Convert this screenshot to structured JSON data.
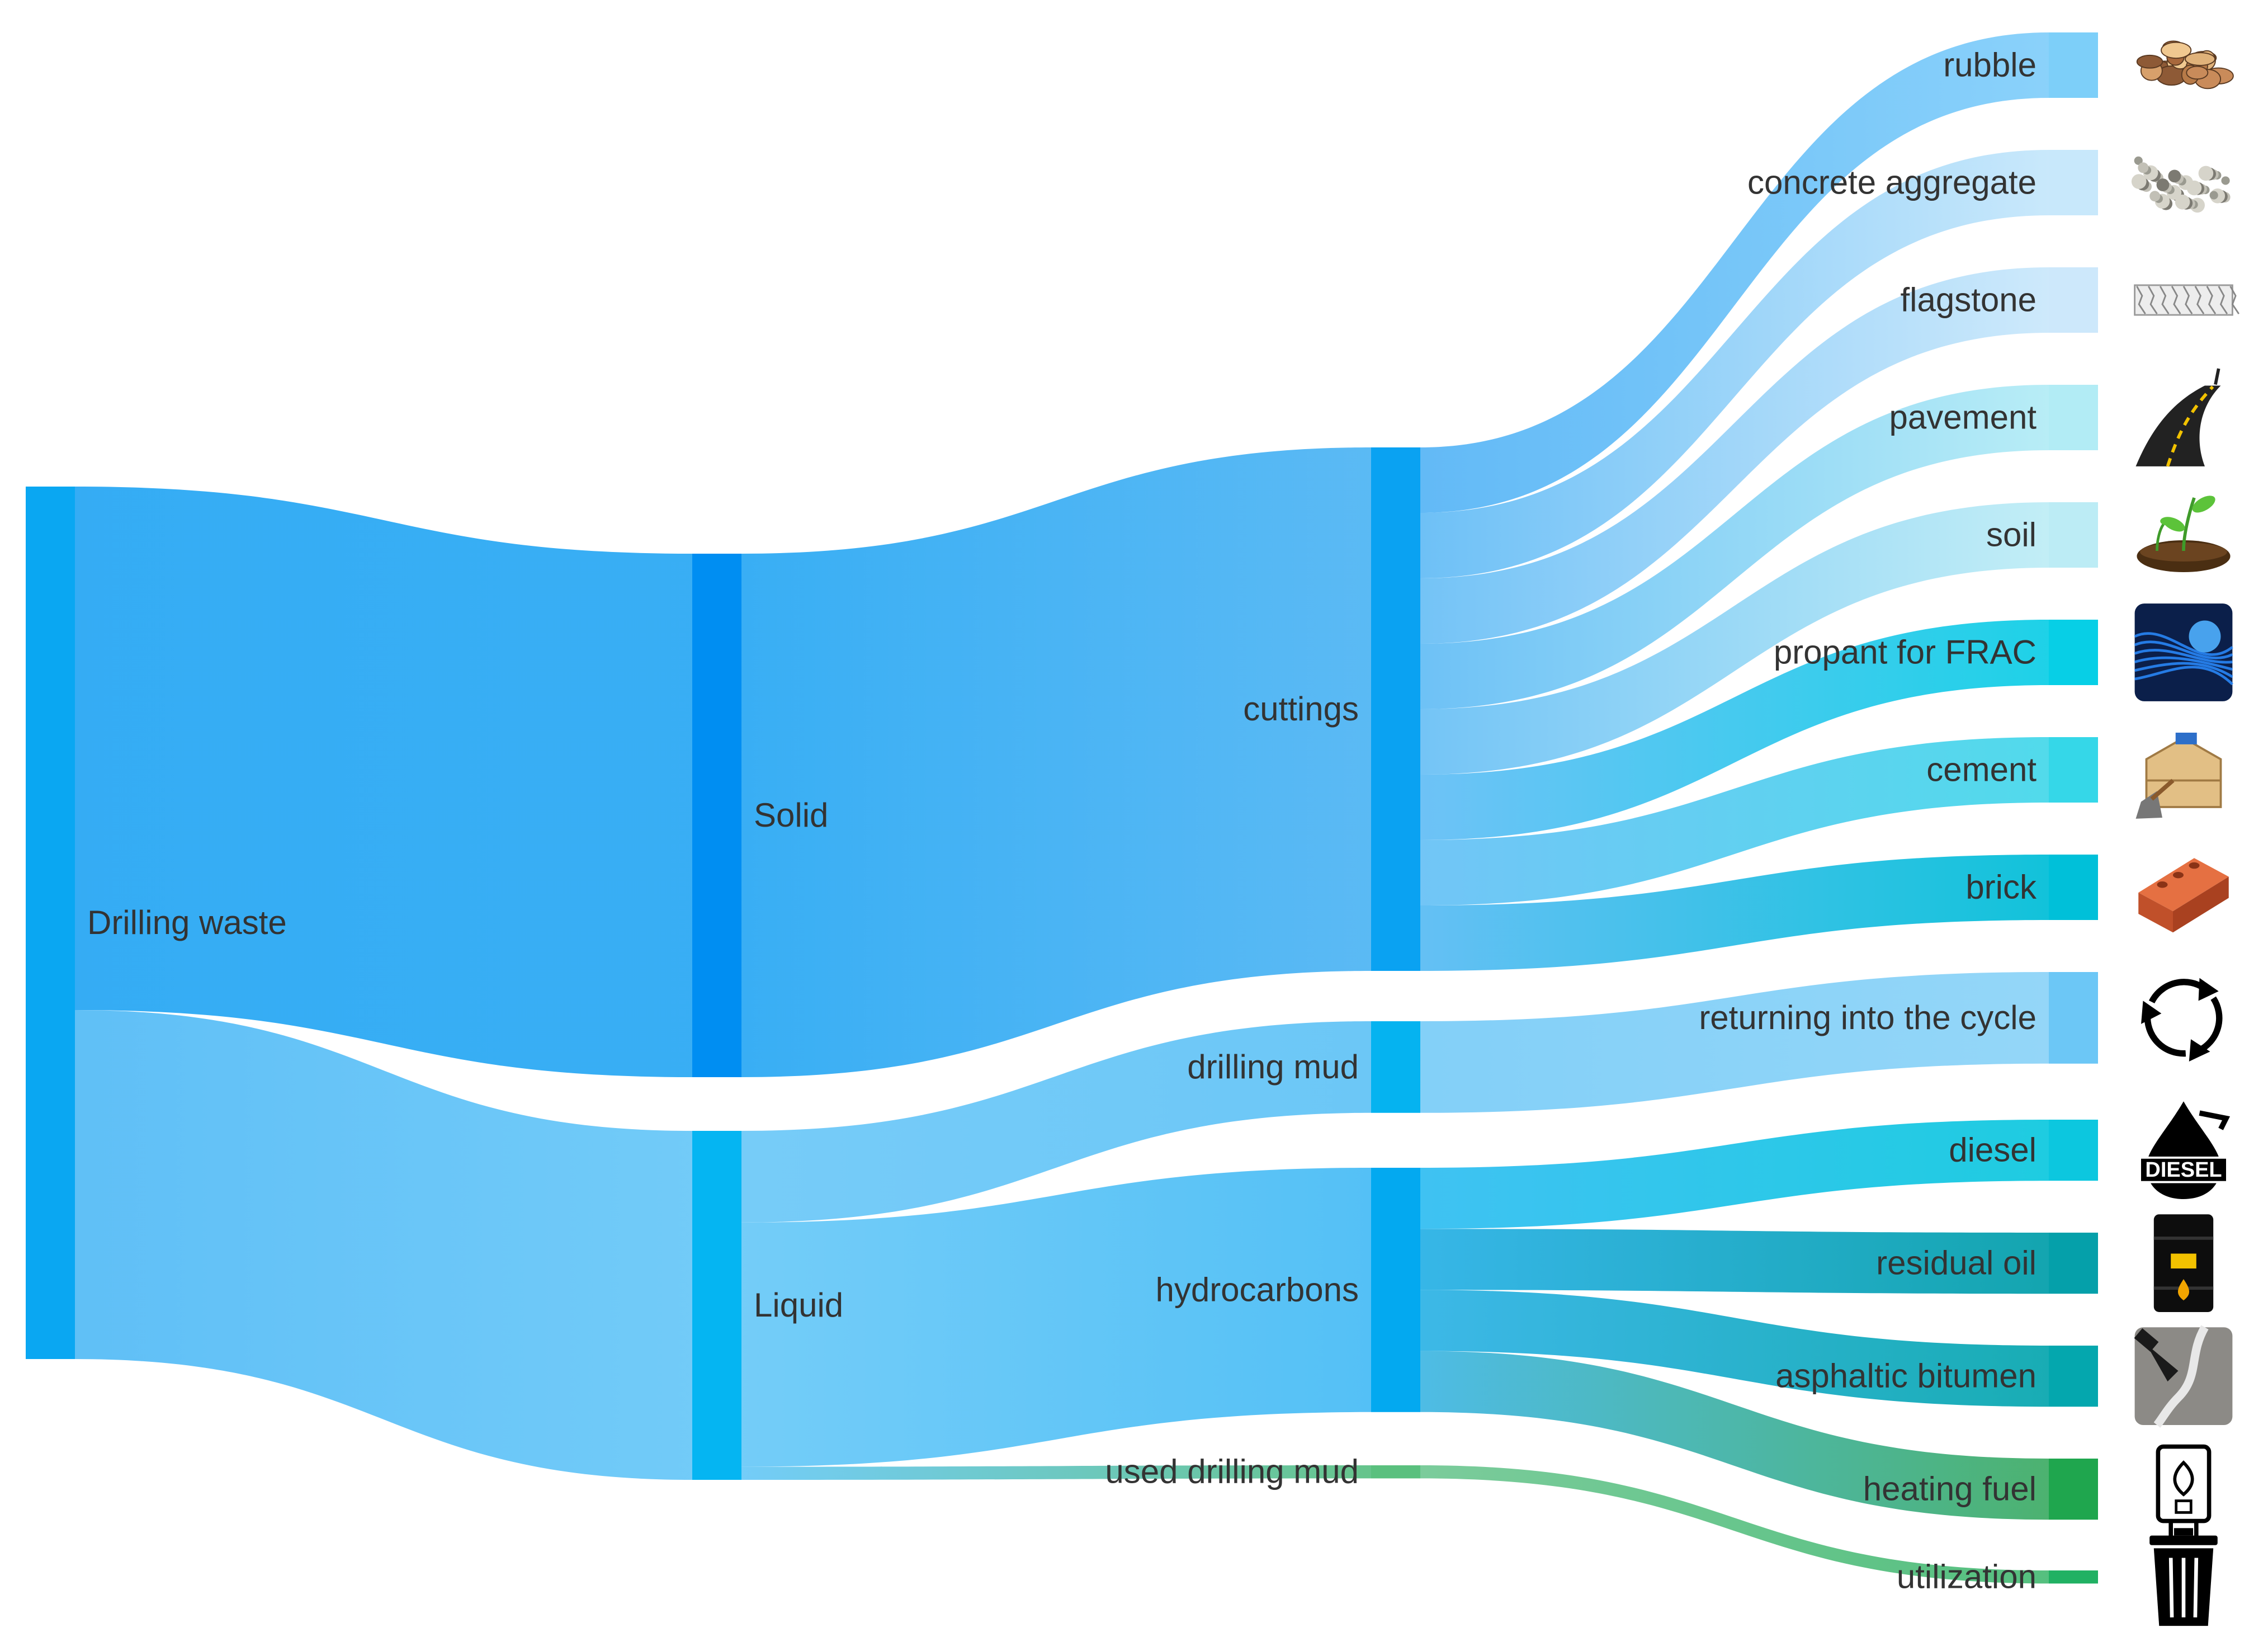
{
  "title": "",
  "colors": {
    "blue": "#0aa7f2",
    "blue_dark": "#008ef2",
    "sky": "#6ec8f7",
    "pale_blue": "#c6e7fb",
    "aqua": "#34d5e8",
    "aqua_pale": "#b2edf4",
    "cyan": "#00c3dd",
    "teal": "#049aa4",
    "green": "#23a84c",
    "green_light": "#7ccf96"
  },
  "nodes": [
    {
      "id": "drilling_waste",
      "label": "Drilling waste",
      "value": 100,
      "color": "#0aa7f2"
    },
    {
      "id": "solid",
      "label": "Solid",
      "value": 60,
      "color": "#008ef2"
    },
    {
      "id": "liquid",
      "label": "Liquid",
      "value": 40,
      "color": "#05b5f2"
    },
    {
      "id": "cuttings",
      "label": "cuttings",
      "value": 60,
      "color": "#0aa2f2"
    },
    {
      "id": "drilling_mud",
      "label": "drilling mud",
      "value": 10.5,
      "color": "#05b3f0"
    },
    {
      "id": "hydrocarbons",
      "label": "hydrocarbons",
      "value": 28,
      "color": "#03a9f0"
    },
    {
      "id": "used_drilling_mud",
      "label": "used drilling mud",
      "value": 1.5,
      "color": "#5ac07e"
    },
    {
      "id": "rubble",
      "label": "rubble",
      "value": 7.5,
      "color": "#7dcff9",
      "icon": "rubble-pile-icon"
    },
    {
      "id": "concrete_aggregate",
      "label": "concrete aggregate",
      "value": 7.5,
      "color": "#c8e8fb",
      "icon": "gravel-icon"
    },
    {
      "id": "flagstone",
      "label": "flagstone",
      "value": 7.5,
      "color": "#cde8fb",
      "icon": "flagstone-icon"
    },
    {
      "id": "pavement",
      "label": "pavement",
      "value": 7.5,
      "color": "#b2ecf5",
      "icon": "road-icon"
    },
    {
      "id": "soil",
      "label": "soil",
      "value": 7.5,
      "color": "#bcecf5",
      "icon": "sprout-soil-icon"
    },
    {
      "id": "propant",
      "label": "propant for FRAC",
      "value": 7.5,
      "color": "#07cfe6",
      "icon": "frac-proppant-icon"
    },
    {
      "id": "cement",
      "label": "cement",
      "value": 7.5,
      "color": "#35d7e8",
      "icon": "cement-bags-icon"
    },
    {
      "id": "brick",
      "label": "brick",
      "value": 7.5,
      "color": "#00c0d9",
      "icon": "bricks-icon"
    },
    {
      "id": "returning",
      "label": "returning into the cycle",
      "value": 10.5,
      "color": "#6cc7f6",
      "icon": "recycle-arrows-icon"
    },
    {
      "id": "diesel",
      "label": "diesel",
      "value": 7,
      "color": "#0cc7df",
      "icon": "diesel-drop-icon"
    },
    {
      "id": "residual_oil",
      "label": "residual oil",
      "value": 7,
      "color": "#05a0aa",
      "icon": "oil-barrel-icon"
    },
    {
      "id": "asphaltic_bitumen",
      "label": "asphaltic bitumen",
      "value": 7,
      "color": "#04a7ae",
      "icon": "bitumen-crack-icon"
    },
    {
      "id": "heating_fuel",
      "label": "heating fuel",
      "value": 7,
      "color": "#1fa64e",
      "icon": "boiler-icon"
    },
    {
      "id": "utilization",
      "label": "utilization",
      "value": 1.5,
      "color": "#21b163",
      "icon": "trash-bin-icon"
    }
  ],
  "links": [
    {
      "source": "drilling_waste",
      "target": "solid",
      "value": 60,
      "c0": "#2aa8f4",
      "c1": "#2eaaf4"
    },
    {
      "source": "drilling_waste",
      "target": "liquid",
      "value": 40,
      "c0": "#57bcf6",
      "c1": "#6ac8f8"
    },
    {
      "source": "solid",
      "target": "cuttings",
      "value": 60,
      "c0": "#2eaaf4",
      "c1": "#52b6f4"
    },
    {
      "source": "liquid",
      "target": "drilling_mud",
      "value": 10.5,
      "c0": "#6fc9f8",
      "c1": "#64c4f6"
    },
    {
      "source": "liquid",
      "target": "hydrocarbons",
      "value": 28,
      "c0": "#6ccaf8",
      "c1": "#4bbdf5"
    },
    {
      "source": "liquid",
      "target": "used_drilling_mud",
      "value": 1.5,
      "c0": "#6ccaf8",
      "c1": "#5ec185"
    },
    {
      "source": "cuttings",
      "target": "rubble",
      "value": 7.5,
      "c0": "#5ab6f6",
      "c1": "#84cffa"
    },
    {
      "source": "cuttings",
      "target": "concrete_aggregate",
      "value": 7.5,
      "c0": "#66bdf6",
      "c1": "#c6e7fb"
    },
    {
      "source": "cuttings",
      "target": "flagstone",
      "value": 7.5,
      "c0": "#6cc0f6",
      "c1": "#cbe8fb"
    },
    {
      "source": "cuttings",
      "target": "pavement",
      "value": 7.5,
      "c0": "#66bef6",
      "c1": "#b4ecf5"
    },
    {
      "source": "cuttings",
      "target": "soil",
      "value": 7.5,
      "c0": "#6cc1f6",
      "c1": "#bfedf6"
    },
    {
      "source": "cuttings",
      "target": "propant",
      "value": 7.5,
      "c0": "#66bff6",
      "c1": "#12cfe6"
    },
    {
      "source": "cuttings",
      "target": "cement",
      "value": 7.5,
      "c0": "#6ac2f6",
      "c1": "#48d8ea"
    },
    {
      "source": "cuttings",
      "target": "brick",
      "value": 7.5,
      "c0": "#5cbdf4",
      "c1": "#05bfd8"
    },
    {
      "source": "drilling_mud",
      "target": "returning",
      "value": 10.5,
      "c0": "#7ccdf8",
      "c1": "#8ed4f8"
    },
    {
      "source": "hydrocarbons",
      "target": "diesel",
      "value": 7,
      "c0": "#35bff2",
      "c1": "#12c9df"
    },
    {
      "source": "hydrocarbons",
      "target": "residual_oil",
      "value": 7,
      "c0": "#2cb2e6",
      "c1": "#07a0ab"
    },
    {
      "source": "hydrocarbons",
      "target": "asphaltic_bitumen",
      "value": 7,
      "c0": "#32b4e6",
      "c1": "#0ca8b0"
    },
    {
      "source": "hydrocarbons",
      "target": "heating_fuel",
      "value": 7,
      "c0": "#44b8e4",
      "c1": "#43ae68"
    },
    {
      "source": "used_drilling_mud",
      "target": "utilization",
      "value": 1.5,
      "c0": "#74c996",
      "c1": "#4cbc78"
    }
  ]
}
